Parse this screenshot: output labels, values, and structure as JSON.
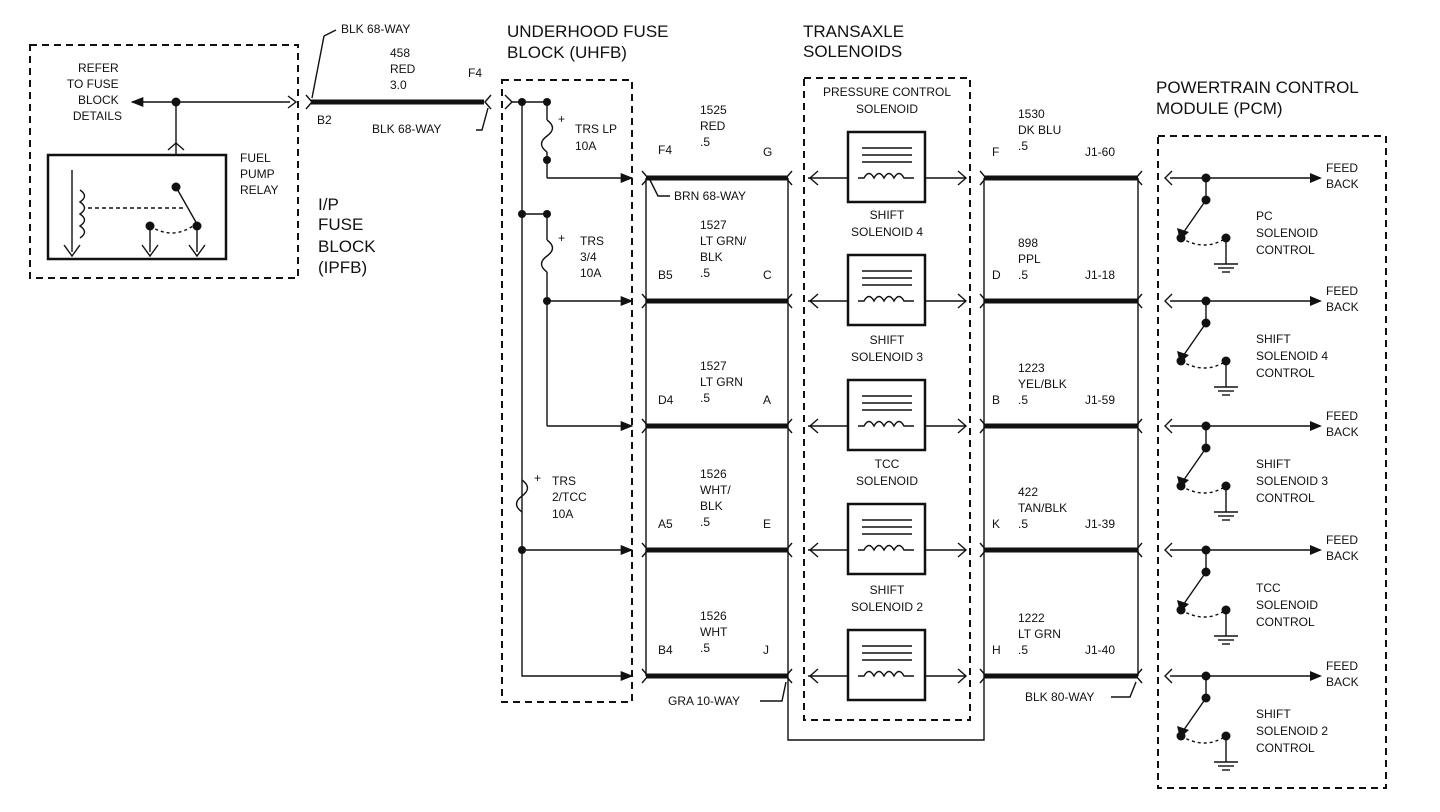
{
  "ipfb": {
    "title_lines": [
      "I/P",
      "FUSE",
      "BLOCK",
      "(IPFB)"
    ],
    "refer_lines": [
      "REFER",
      "TO FUSE",
      "BLOCK",
      "DETAILS"
    ],
    "relay_lines": [
      "FUEL",
      "PUMP",
      "RELAY"
    ],
    "connector_top": "BLK 68-WAY",
    "connector_bottom": "BLK 68-WAY",
    "pin_out": "B2",
    "pin_in": "F4",
    "feed_wire": [
      "458",
      "RED",
      "3.0"
    ]
  },
  "uhfb": {
    "title_lines": [
      "UNDERHOOD FUSE",
      "BLOCK (UHFB)"
    ],
    "fuses": [
      {
        "lines": [
          "TRS LP",
          "10A"
        ]
      },
      {
        "lines": [
          "TRS",
          "3/4",
          "10A"
        ]
      },
      {
        "lines": [
          "TRS",
          "2/TCC",
          "10A"
        ]
      }
    ],
    "plus_sign": "+",
    "brn_connector": "BRN 68-WAY",
    "gra_connector": "GRA 10-WAY"
  },
  "transaxle": {
    "title_lines": [
      "TRANSAXLE",
      "SOLENOIDS"
    ]
  },
  "pcm": {
    "title_lines": [
      "POWERTRAIN CONTROL",
      "MODULE (PCM)"
    ],
    "blk_connector": "BLK 80-WAY"
  },
  "channels": [
    {
      "solenoid": [
        "PRESSURE CONTROL",
        "SOLENOID"
      ],
      "uhfb_pin": "F4",
      "sol_in_pin": "G",
      "wire_in": [
        "1525",
        "RED",
        ".5"
      ],
      "sol_out_pin": "F",
      "pcm_pin": "J1-60",
      "wire_out": [
        "1530",
        "DK BLU",
        ".5"
      ],
      "feedback": [
        "FEED",
        "BACK"
      ],
      "control": [
        "PC",
        "SOLENOID",
        "CONTROL"
      ]
    },
    {
      "solenoid": [
        "SHIFT",
        "SOLENOID 4"
      ],
      "uhfb_pin": "B5",
      "sol_in_pin": "C",
      "wire_in": [
        "1527",
        "LT GRN/",
        "BLK",
        ".5"
      ],
      "sol_out_pin": "D",
      "pcm_pin": "J1-18",
      "wire_out": [
        "898",
        "PPL",
        ".5"
      ],
      "feedback": [
        "FEED",
        "BACK"
      ],
      "control": [
        "SHIFT",
        "SOLENOID 4",
        "CONTROL"
      ]
    },
    {
      "solenoid": [
        "SHIFT",
        "SOLENOID 3"
      ],
      "uhfb_pin": "D4",
      "sol_in_pin": "A",
      "wire_in": [
        "1527",
        "LT GRN",
        ".5"
      ],
      "sol_out_pin": "B",
      "pcm_pin": "J1-59",
      "wire_out": [
        "1223",
        "YEL/BLK",
        ".5"
      ],
      "feedback": [
        "FEED",
        "BACK"
      ],
      "control": [
        "SHIFT",
        "SOLENOID 3",
        "CONTROL"
      ]
    },
    {
      "solenoid": [
        "TCC",
        "SOLENOID"
      ],
      "uhfb_pin": "A5",
      "sol_in_pin": "E",
      "wire_in": [
        "1526",
        "WHT/",
        "BLK",
        ".5"
      ],
      "sol_out_pin": "K",
      "pcm_pin": "J1-39",
      "wire_out": [
        "422",
        "TAN/BLK",
        ".5"
      ],
      "feedback": [
        "FEED",
        "BACK"
      ],
      "control": [
        "TCC",
        "SOLENOID",
        "CONTROL"
      ]
    },
    {
      "solenoid": [
        "SHIFT",
        "SOLENOID 2"
      ],
      "uhfb_pin": "B4",
      "sol_in_pin": "J",
      "wire_in": [
        "1526",
        "WHT",
        ".5"
      ],
      "sol_out_pin": "H",
      "pcm_pin": "J1-40",
      "wire_out": [
        "1222",
        "LT GRN",
        ".5"
      ],
      "feedback": [
        "FEED",
        "BACK"
      ],
      "control": [
        "SHIFT",
        "SOLENOID 2",
        "CONTROL"
      ]
    }
  ]
}
